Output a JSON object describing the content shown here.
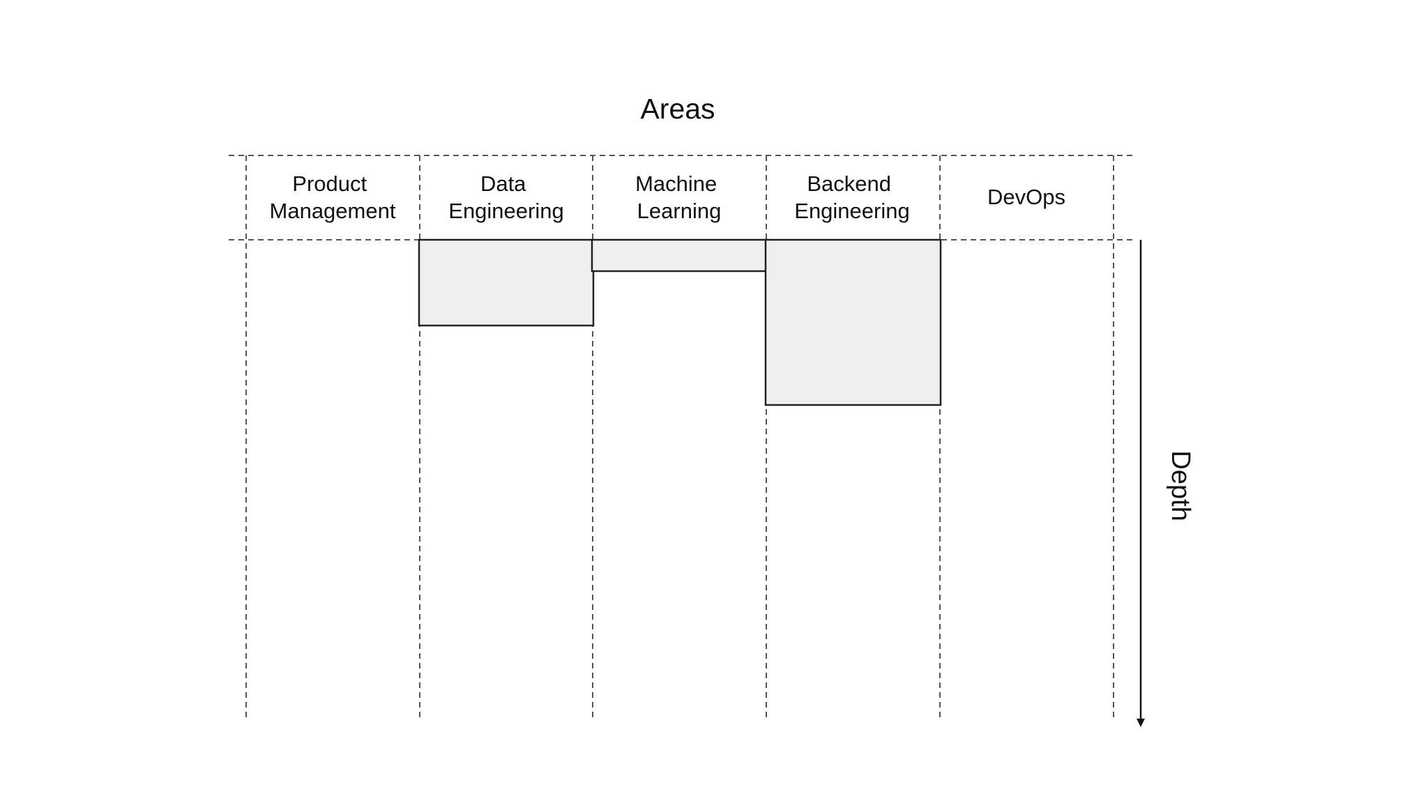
{
  "title": "Areas",
  "axis_label": "Depth",
  "areas": [
    {
      "line1": "Product",
      "line2": "Management",
      "depth": 0
    },
    {
      "line1": "Data",
      "line2": "Engineering",
      "depth": 0.18
    },
    {
      "line1": "Machine",
      "line2": "Learning",
      "depth": 0.065
    },
    {
      "line1": "Backend",
      "line2": "Engineering",
      "depth": 0.345
    },
    {
      "line1": "DevOps",
      "line2": "",
      "depth": 0
    }
  ],
  "colors": {
    "box_fill": "#efefef",
    "box_stroke": "#222222",
    "grid": "#555555",
    "text": "#111111"
  }
}
